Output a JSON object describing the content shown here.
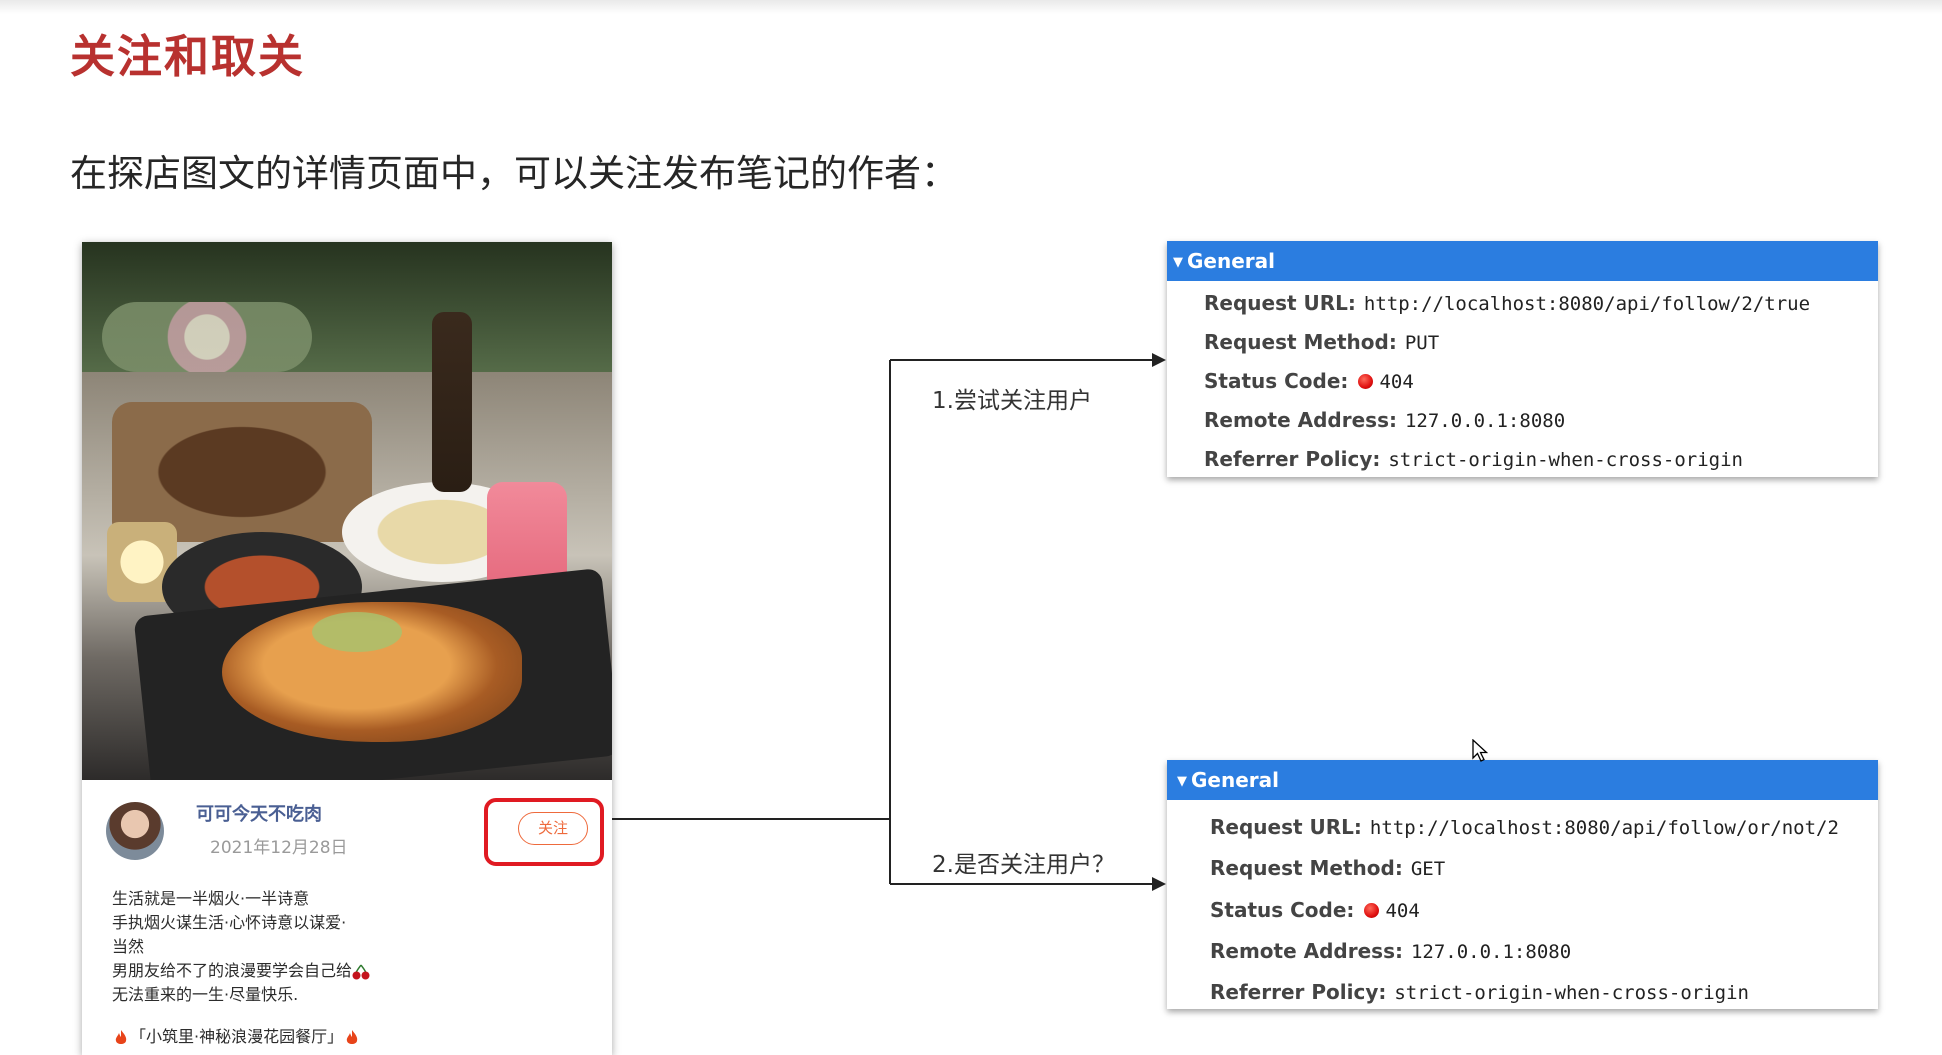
{
  "slide": {
    "title": "关注和取关",
    "subtitle": "在探店图文的详情页面中，可以关注发布笔记的作者："
  },
  "post": {
    "author_name": "可可今天不吃肉",
    "date": "2021年12月28日",
    "follow_label": "关注",
    "lines": [
      "生活就是一半烟火·一半诗意",
      "手执烟火谋生活·心怀诗意以谋爱·",
      "当然",
      "男朋友给不了的浪漫要学会自己给",
      "无法重来的一生·尽量快乐."
    ],
    "shop_tag": "「小筑里·神秘浪漫花园餐厅」"
  },
  "steps": [
    {
      "label": "1.尝试关注用户"
    },
    {
      "label": "2.是否关注用户？"
    }
  ],
  "requests": [
    {
      "header": "General",
      "url_key": "Request URL:",
      "url": "http://localhost:8080/api/follow/2/true",
      "method_key": "Request Method:",
      "method": "PUT",
      "status_key": "Status Code:",
      "status": "404",
      "remote_key": "Remote Address:",
      "remote": "127.0.0.1:8080",
      "policy_key": "Referrer Policy:",
      "policy": "strict-origin-when-cross-origin"
    },
    {
      "header": "General",
      "url_key": "Request URL:",
      "url": "http://localhost:8080/api/follow/or/not/2",
      "method_key": "Request Method:",
      "method": "GET",
      "status_key": "Status Code:",
      "status": "404",
      "remote_key": "Remote Address:",
      "remote": "127.0.0.1:8080",
      "policy_key": "Referrer Policy:",
      "policy": "strict-origin-when-cross-origin"
    }
  ],
  "colors": {
    "title_red": "#b8312f",
    "highlight_red": "#e01a22",
    "follow_orange": "#ee6a3c",
    "panel_header_blue": "#2b7de0",
    "status_red": "#e01010"
  }
}
